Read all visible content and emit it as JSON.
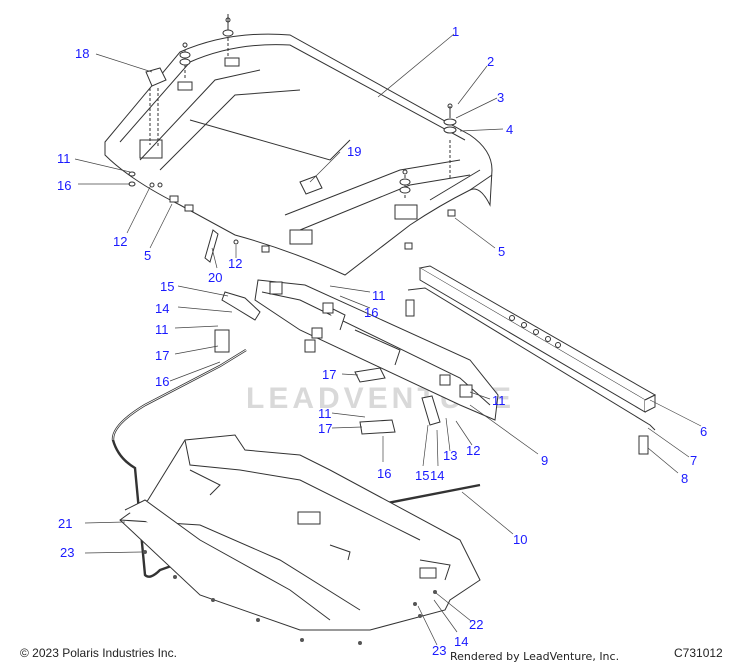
{
  "watermark": "LEADVENTURE",
  "callouts": [
    {
      "id": "c1",
      "label": "1"
    },
    {
      "id": "c2",
      "label": "2"
    },
    {
      "id": "c3",
      "label": "3"
    },
    {
      "id": "c4",
      "label": "4"
    },
    {
      "id": "c5a",
      "label": "5"
    },
    {
      "id": "c5b",
      "label": "5"
    },
    {
      "id": "c6",
      "label": "6"
    },
    {
      "id": "c7",
      "label": "7"
    },
    {
      "id": "c8",
      "label": "8"
    },
    {
      "id": "c9",
      "label": "9"
    },
    {
      "id": "c10",
      "label": "10"
    },
    {
      "id": "c11a",
      "label": "11"
    },
    {
      "id": "c11b",
      "label": "11"
    },
    {
      "id": "c11c",
      "label": "11"
    },
    {
      "id": "c11d",
      "label": "11"
    },
    {
      "id": "c11e",
      "label": "11"
    },
    {
      "id": "c12a",
      "label": "12"
    },
    {
      "id": "c12b",
      "label": "12"
    },
    {
      "id": "c12c",
      "label": "12"
    },
    {
      "id": "c13",
      "label": "13"
    },
    {
      "id": "c14a",
      "label": "14"
    },
    {
      "id": "c14b",
      "label": "14"
    },
    {
      "id": "c14c",
      "label": "14"
    },
    {
      "id": "c15a",
      "label": "15"
    },
    {
      "id": "c15b",
      "label": "15"
    },
    {
      "id": "c16a",
      "label": "16"
    },
    {
      "id": "c16b",
      "label": "16"
    },
    {
      "id": "c16c",
      "label": "16"
    },
    {
      "id": "c16d",
      "label": "16"
    },
    {
      "id": "c17a",
      "label": "17"
    },
    {
      "id": "c17b",
      "label": "17"
    },
    {
      "id": "c17c",
      "label": "17"
    },
    {
      "id": "c18",
      "label": "18"
    },
    {
      "id": "c19",
      "label": "19"
    },
    {
      "id": "c20",
      "label": "20"
    },
    {
      "id": "c21",
      "label": "21"
    },
    {
      "id": "c22",
      "label": "22"
    },
    {
      "id": "c23a",
      "label": "23"
    },
    {
      "id": "c23b",
      "label": "23"
    }
  ],
  "footer": {
    "copyright": "© 2023 Polaris Industries Inc.",
    "rendered": "Rendered by LeadVenture, Inc.",
    "code": "C731012"
  }
}
